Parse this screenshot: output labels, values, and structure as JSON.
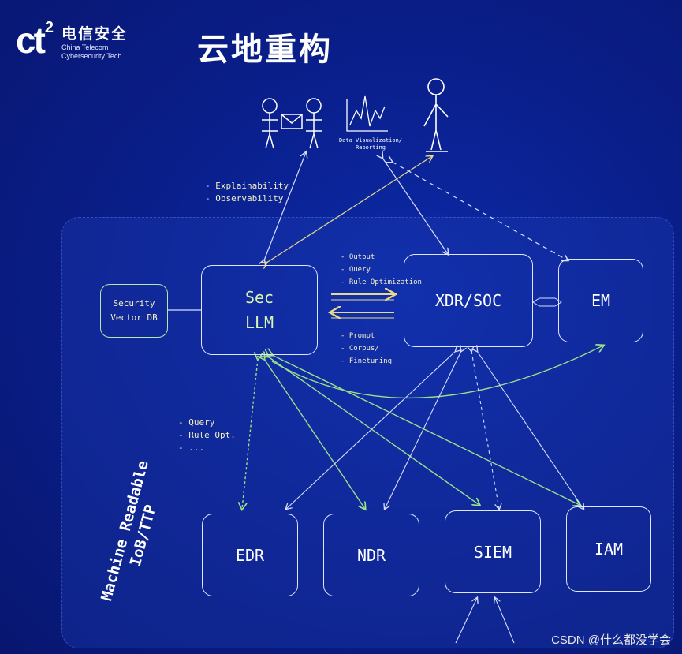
{
  "header": {
    "logo_mark": "ct",
    "logo_sup": "2",
    "logo_cn": "电信安全",
    "logo_en1": "China Telecom",
    "logo_en2": "Cybersecurity Tech",
    "title": "云地重构"
  },
  "figures": {
    "data_label1": "Data Visualization/",
    "data_label2": "Reporting"
  },
  "notes": {
    "explain": "- Explainability\n- Observability",
    "out1": "- Output",
    "out2": "- Query",
    "out3": "- Rule Optimization",
    "in1": "- Prompt",
    "in2": "- Corpus/",
    "in3": "- Finetuning",
    "left": "- Query\n- Rule Opt.\n- ..."
  },
  "nodes": {
    "vector1": "Security",
    "vector2": "Vector DB",
    "sec1": "Sec",
    "sec2": "LLM",
    "xdr": "XDR/SOC",
    "em": "EM",
    "edr": "EDR",
    "ndr": "NDR",
    "siem": "SIEM",
    "iam": "IAM"
  },
  "side_label": {
    "line1": "Machine Readable",
    "line2": "IoB/TTP"
  },
  "watermark": "CSDN @什么都没学会",
  "colors": {
    "background": "#0a1f8c",
    "arrow_green": "#9be08a",
    "arrow_white": "#d7defc",
    "note_yellow": "#f4f0c4"
  }
}
